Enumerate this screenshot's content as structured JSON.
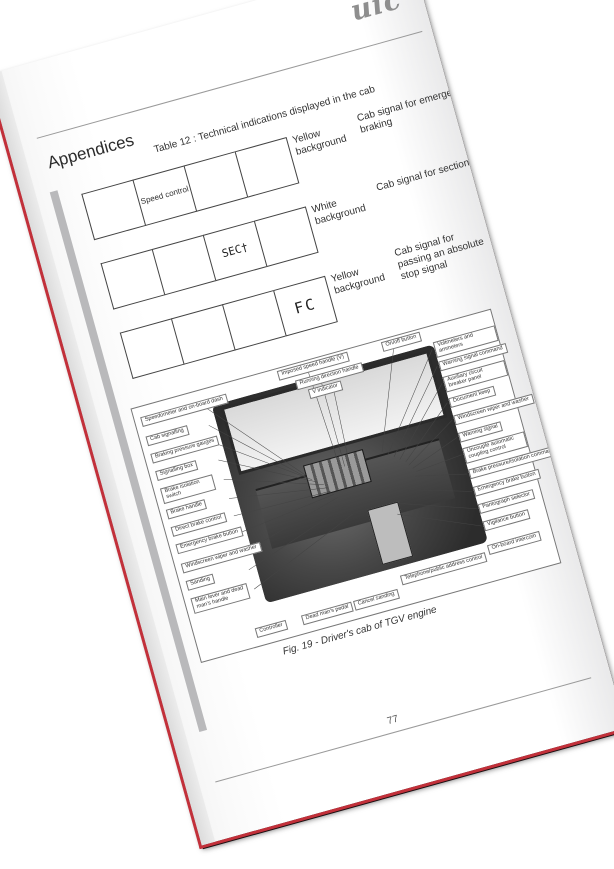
{
  "header": {
    "logo_text": "uic",
    "section_title": "Appendices"
  },
  "table": {
    "caption": "Table 12 : Technical indications displayed in the cab",
    "rows": [
      {
        "cells": [
          "",
          "Speed control",
          "",
          ""
        ],
        "background": "Yellow background",
        "description": "Cab signal for emergency braking"
      },
      {
        "cells": [
          "",
          "",
          "SEC†",
          ""
        ],
        "background": "White background",
        "description": "Cab signal for sectioning"
      },
      {
        "cells": [
          "",
          "",
          "",
          "FC"
        ],
        "background": "Yellow background",
        "description": "Cab signal for passing an absolute stop signal"
      }
    ]
  },
  "figure": {
    "caption": "Fig. 19 - Driver's cab of TGV engine",
    "left_callouts": [
      "Speedometer and on-board dash",
      "Cab signalling",
      "Braking pressure gauges",
      "Signalling box",
      "Brake isolation switch",
      "Brake handle",
      "Direct brake control",
      "Emergency brake button",
      "Windscreen wiper and washer",
      "Sanding",
      "Main lever and dead man's handle"
    ],
    "top_callouts": [
      "Imposed speed handle (V)",
      "Running direction handle",
      "V indicator",
      "On/off button"
    ],
    "right_callouts": [
      "Voltmeters and ammeters",
      "Warning signal command",
      "Auxiliary circuit breaker panel",
      "Document keep",
      "Windscreen wiper and washer",
      "Warning signal",
      "Uncouple automatic coupling control",
      "Brake pressure/isolation command",
      "Emergency brake button",
      "Pantograph selector",
      "Vigilance button"
    ],
    "bottom_callouts": [
      "Controller",
      "Dead man's pedal",
      "Cancel sanding",
      "Telephone/public address control",
      "On-board intercom"
    ]
  },
  "footer": {
    "page_number": "77"
  }
}
